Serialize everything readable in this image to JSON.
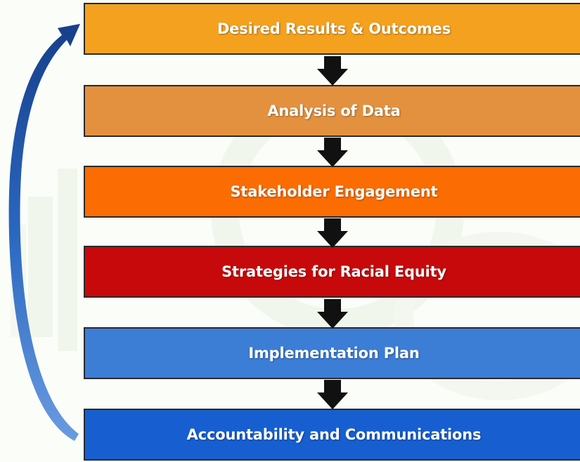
{
  "steps": [
    {
      "label": "Desired Results & Outcomes",
      "color": "#f4a11f"
    },
    {
      "label": "Analysis of Data",
      "color": "#e3913f"
    },
    {
      "label": "Stakeholder Engagement",
      "color": "#fb6c03"
    },
    {
      "label": "Strategies for Racial Equity",
      "color": "#c8090b"
    },
    {
      "label": "Implementation Plan",
      "color": "#3c7dd6"
    },
    {
      "label": "Accountability and Communications",
      "color": "#175fd0"
    }
  ],
  "connector_color": "#111111",
  "loop_arrow_color": "#1f5fb5",
  "loop_arrow_icon": "curved-feedback-arrow-icon",
  "step_arrow_icon": "down-arrow-icon"
}
